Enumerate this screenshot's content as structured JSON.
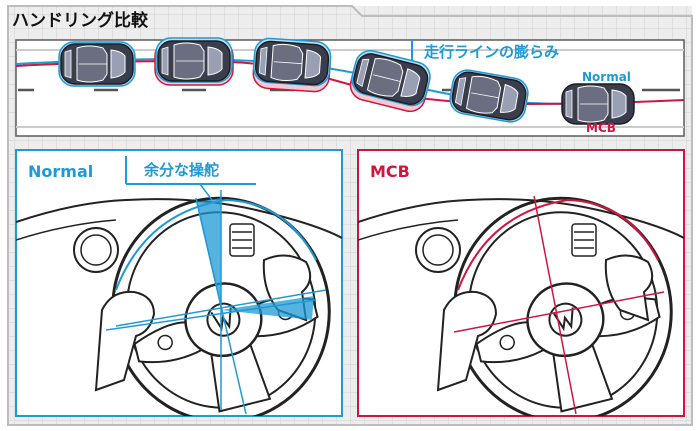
{
  "header": {
    "title": "ハンドリング比較"
  },
  "top_panel": {
    "annotation": "走行ラインの膨らみ",
    "legend_normal": "Normal",
    "legend_mcb": "MCB"
  },
  "left_panel": {
    "label": "Normal",
    "annotation": "余分な操舵"
  },
  "right_panel": {
    "label": "MCB"
  },
  "colors": {
    "blue": "#1e9ad6",
    "red": "#d0163e",
    "frame": "#5a5a5a",
    "grid_bg": "#e9e9e9",
    "car_body": "#3a3d4c"
  }
}
